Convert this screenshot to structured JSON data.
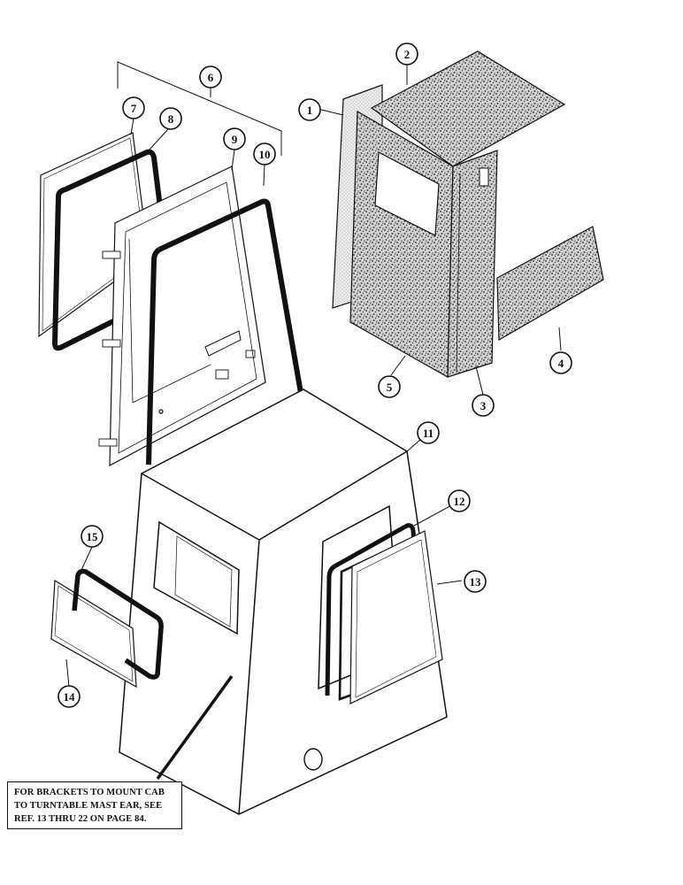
{
  "callouts": [
    {
      "label": "1"
    },
    {
      "label": "2"
    },
    {
      "label": "3"
    },
    {
      "label": "4"
    },
    {
      "label": "5"
    },
    {
      "label": "6"
    },
    {
      "label": "7"
    },
    {
      "label": "8"
    },
    {
      "label": "9"
    },
    {
      "label": "10"
    },
    {
      "label": "11"
    },
    {
      "label": "12"
    },
    {
      "label": "13"
    },
    {
      "label": "14"
    },
    {
      "label": "15"
    }
  ],
  "note": {
    "line1": "FOR BRACKETS TO MOUNT CAB",
    "line2": "TO TURNTABLE MAST EAR, SEE",
    "line3": "REF. 13 THRU 22 ON PAGE 84."
  },
  "colors": {
    "ink": "#111111",
    "paper": "#ffffff",
    "speckle": "#6b6b6b"
  }
}
